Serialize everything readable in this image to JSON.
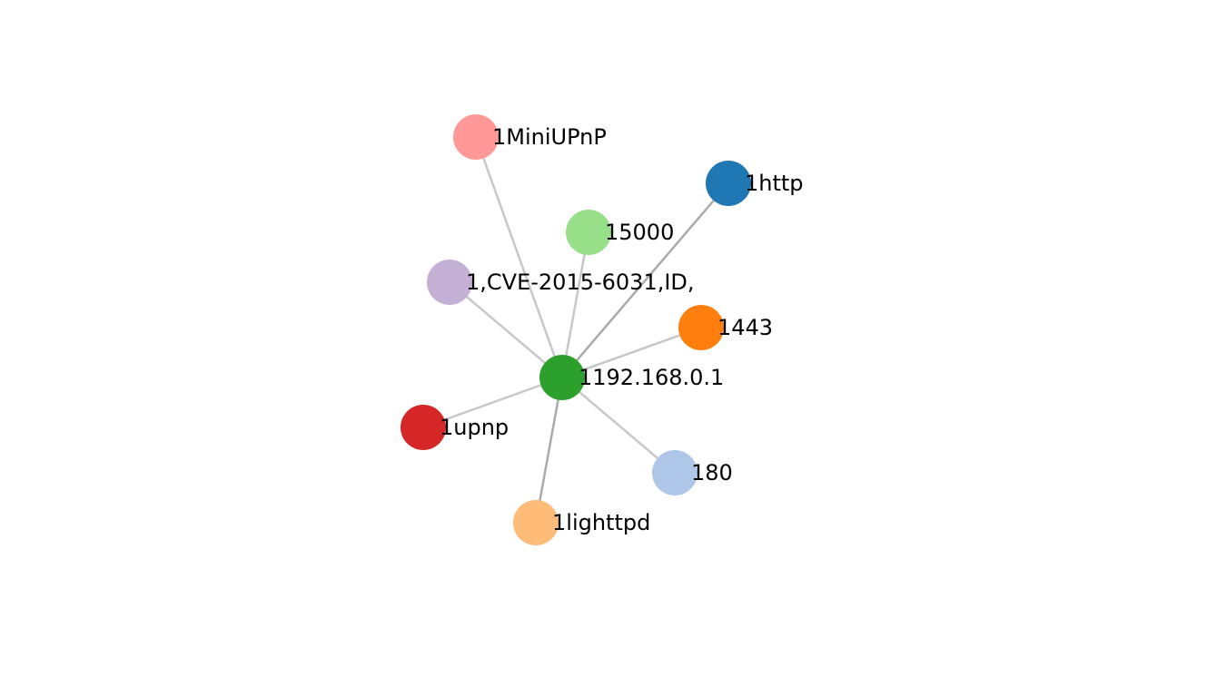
{
  "diagram": {
    "type": "network-graph",
    "center_node": "center",
    "nodes": [
      {
        "id": "center",
        "label": "1192.168.0.1",
        "color": "#2ca02c"
      },
      {
        "id": "miniupnp",
        "label": "1MiniUPnP",
        "color": "#ff9896"
      },
      {
        "id": "http",
        "label": "1http",
        "color": "#1f77b4"
      },
      {
        "id": "port5000",
        "label": "15000",
        "color": "#98df8a"
      },
      {
        "id": "cve",
        "label": "1,CVE-2015-6031,ID,",
        "color": "#c5b0d5"
      },
      {
        "id": "port443",
        "label": "1443",
        "color": "#ff7f0e"
      },
      {
        "id": "upnp",
        "label": "1upnp",
        "color": "#d62728"
      },
      {
        "id": "port80",
        "label": "180",
        "color": "#aec7e8"
      },
      {
        "id": "lighttpd",
        "label": "1lighttpd",
        "color": "#ffbb78"
      }
    ],
    "edges": [
      {
        "source": "center",
        "target": "miniupnp",
        "color": "#c8c8c8"
      },
      {
        "source": "center",
        "target": "http",
        "color": "#aaaaaa"
      },
      {
        "source": "center",
        "target": "port5000",
        "color": "#c8c8c8"
      },
      {
        "source": "center",
        "target": "cve",
        "color": "#c8c8c8"
      },
      {
        "source": "center",
        "target": "port443",
        "color": "#c8c8c8"
      },
      {
        "source": "center",
        "target": "upnp",
        "color": "#c8c8c8"
      },
      {
        "source": "center",
        "target": "port80",
        "color": "#c8c8c8"
      },
      {
        "source": "center",
        "target": "lighttpd",
        "color": "#aaaaaa"
      }
    ]
  }
}
